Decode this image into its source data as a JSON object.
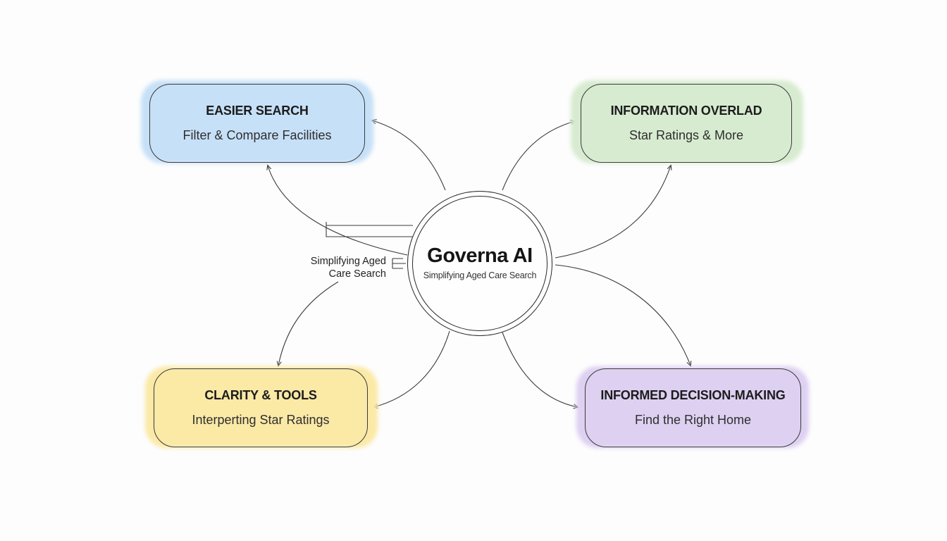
{
  "hub": {
    "title": "Governa AI",
    "subtitle": "Simplifying Aged Care Search"
  },
  "side_label": {
    "line1": "Simplifying Aged",
    "line2": "Care Search"
  },
  "nodes": [
    {
      "title": "EASIER SEARCH",
      "subtitle": "Filter & Compare Facilities",
      "color": "#c6e0f7"
    },
    {
      "title": "INFORMATION OVERLAD",
      "subtitle": "Star Ratings & More",
      "color": "#d7ebd0"
    },
    {
      "title": "CLARITY & TOOLS",
      "subtitle": "Interperting Star Ratings",
      "color": "#fbe9a6"
    },
    {
      "title": "INFORMED DECISION-MAKING",
      "subtitle": "Find the Right Home",
      "color": "#ddd0f1"
    }
  ],
  "colors": {
    "line": "#3a3a3a",
    "text": "#1c1c1c",
    "background": "#fdfdfd"
  }
}
